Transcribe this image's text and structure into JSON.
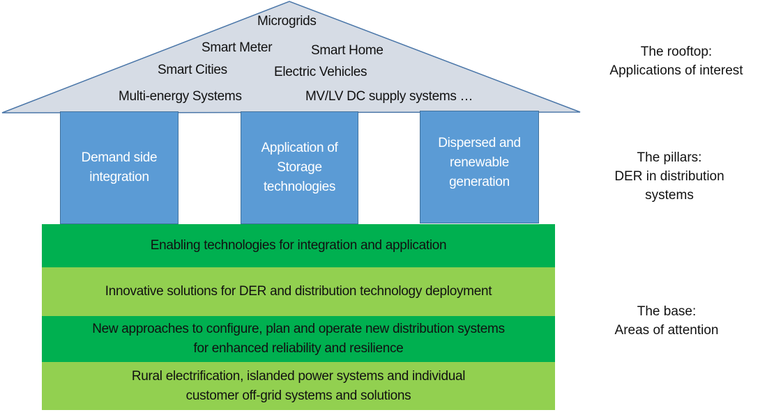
{
  "colors": {
    "roof_fill": "#d6dce5",
    "roof_stroke": "#4a76a8",
    "pillar_fill": "#5b9bd5",
    "band_dark": "#00b050",
    "band_light": "#92d050"
  },
  "roof": {
    "items": [
      "Microgrids",
      "Smart Meter",
      "Smart Home",
      "Smart Cities",
      "Electric Vehicles",
      "Multi-energy Systems",
      "MV/LV DC supply systems …"
    ]
  },
  "pillars": [
    {
      "line1": "Demand side",
      "line2": "integration",
      "line3": ""
    },
    {
      "line1": "Application of",
      "line2": "Storage",
      "line3": "technologies"
    },
    {
      "line1": "Dispersed and",
      "line2": "renewable",
      "line3": "generation"
    }
  ],
  "base": [
    {
      "line1": "Enabling technologies for integration and application",
      "line2": ""
    },
    {
      "line1": "Innovative solutions for DER and distribution technology deployment",
      "line2": ""
    },
    {
      "line1": "New approaches to configure, plan and operate new distribution systems",
      "line2": "for enhanced reliability and resilience"
    },
    {
      "line1": "Rural electrification, islanded power systems and individual",
      "line2": "customer off-grid systems and solutions"
    }
  ],
  "side_labels": {
    "rooftop": {
      "line1": "The rooftop:",
      "line2": "Applications of interest"
    },
    "pillars": {
      "line1": "The pillars:",
      "line2": "DER in distribution",
      "line3": "systems"
    },
    "base": {
      "line1": "The base:",
      "line2": "Areas of attention"
    }
  }
}
